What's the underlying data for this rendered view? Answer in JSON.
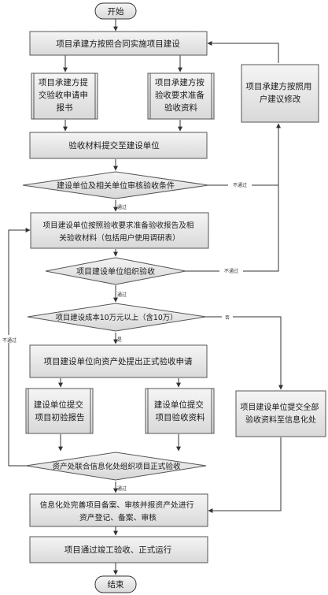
{
  "flowchart": {
    "start": "开始",
    "end": "结束",
    "steps": {
      "s1": "项目承建方按照合同实施项目建设",
      "s2a": [
        "项目承建方提",
        "交验收申请申",
        "报书"
      ],
      "s2b": [
        "项目承建方按",
        "验收要求准备",
        "验收资料"
      ],
      "s3": "验收材料提交至建设单位",
      "d1": "建设单位及相关单位审核验收条件",
      "s4": [
        "项目建设单位按照验收要求准备验收报告及相",
        "关验收材料（包括用户使用调研表）"
      ],
      "d2": "项目建设单位组织验收",
      "d3": "项目建设成本10万元以上（含10万）",
      "s5": "项目建设单位向资产处提出正式验收申请",
      "s6a": [
        "建设单位提交",
        "项目初验报告"
      ],
      "s6b": [
        "建设单位提交",
        "项目验收资料"
      ],
      "d4": "资产处联合信息化处组织项目正式验收",
      "s7": [
        "信息化处完善项目备案、审核并报资产处进行",
        "资产登记、备案、审核"
      ],
      "s8": "项目通过竣工验收、正式运行",
      "side_fix": [
        "项目承建方按照用",
        "户建议修改"
      ],
      "side_submit": [
        "项目建设单位提交全部",
        "验收资料至信息化处"
      ]
    },
    "edge_labels": {
      "pass": "通过",
      "fail": "不通过",
      "yes": "是",
      "no": "否"
    }
  }
}
